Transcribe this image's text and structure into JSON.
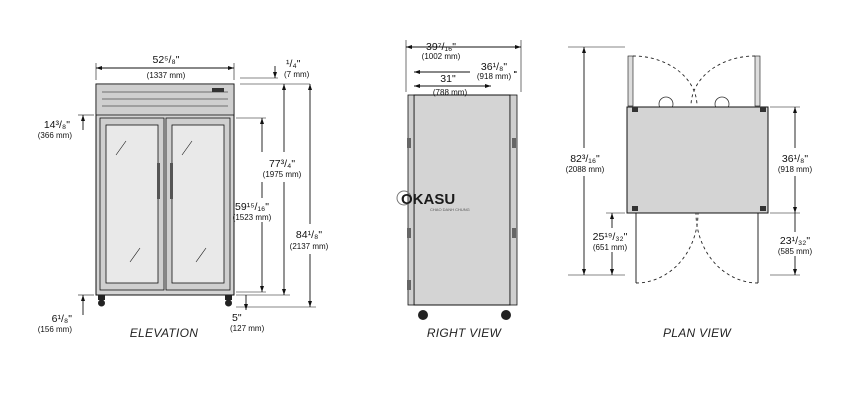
{
  "watermark": {
    "brand": "OKASU",
    "tagline": "CHAO DANH CHUNG"
  },
  "views": {
    "elevation": "ELEVATION",
    "right": "RIGHT VIEW",
    "plan": "PLAN VIEW"
  },
  "elevation_dims": {
    "overall_width": {
      "in": "52⁵/₈\"",
      "mm": "(1337 mm)"
    },
    "top_offset": {
      "in": "¹/₄\"",
      "mm": "(7 mm)"
    },
    "header_height": {
      "in": "14³/₈\"",
      "mm": "(366 mm)"
    },
    "body_height": {
      "in": "77³/₄\"",
      "mm": "(1975 mm)"
    },
    "door_height": {
      "in": "59¹⁵/₁₆\"",
      "mm": "(1523 mm)"
    },
    "overall_height": {
      "in": "84¹/₈\"",
      "mm": "(2137 mm)"
    },
    "leg_height": {
      "in": "6¹/₈\"",
      "mm": "(156 mm)"
    },
    "caster": {
      "in": "5\"",
      "mm": "(127 mm)"
    }
  },
  "right_dims": {
    "overall_depth": {
      "in": "39⁷/₁₆\"",
      "mm": "(1002 mm)"
    },
    "cabinet_depth": {
      "in": "36¹/₈\"",
      "mm": "(918 mm)"
    },
    "interior_depth": {
      "in": "31\"",
      "mm": "(788 mm)"
    }
  },
  "plan_dims": {
    "overall": {
      "in": "82³/₁₆\"",
      "mm": "(2088 mm)"
    },
    "depth": {
      "in": "36¹/₈\"",
      "mm": "(918 mm)"
    },
    "door_swing": {
      "in": "25¹⁹/₃₂\"",
      "mm": "(651 mm)"
    },
    "clearance": {
      "in": "23¹/₃₂\"",
      "mm": "(585 mm)"
    }
  }
}
